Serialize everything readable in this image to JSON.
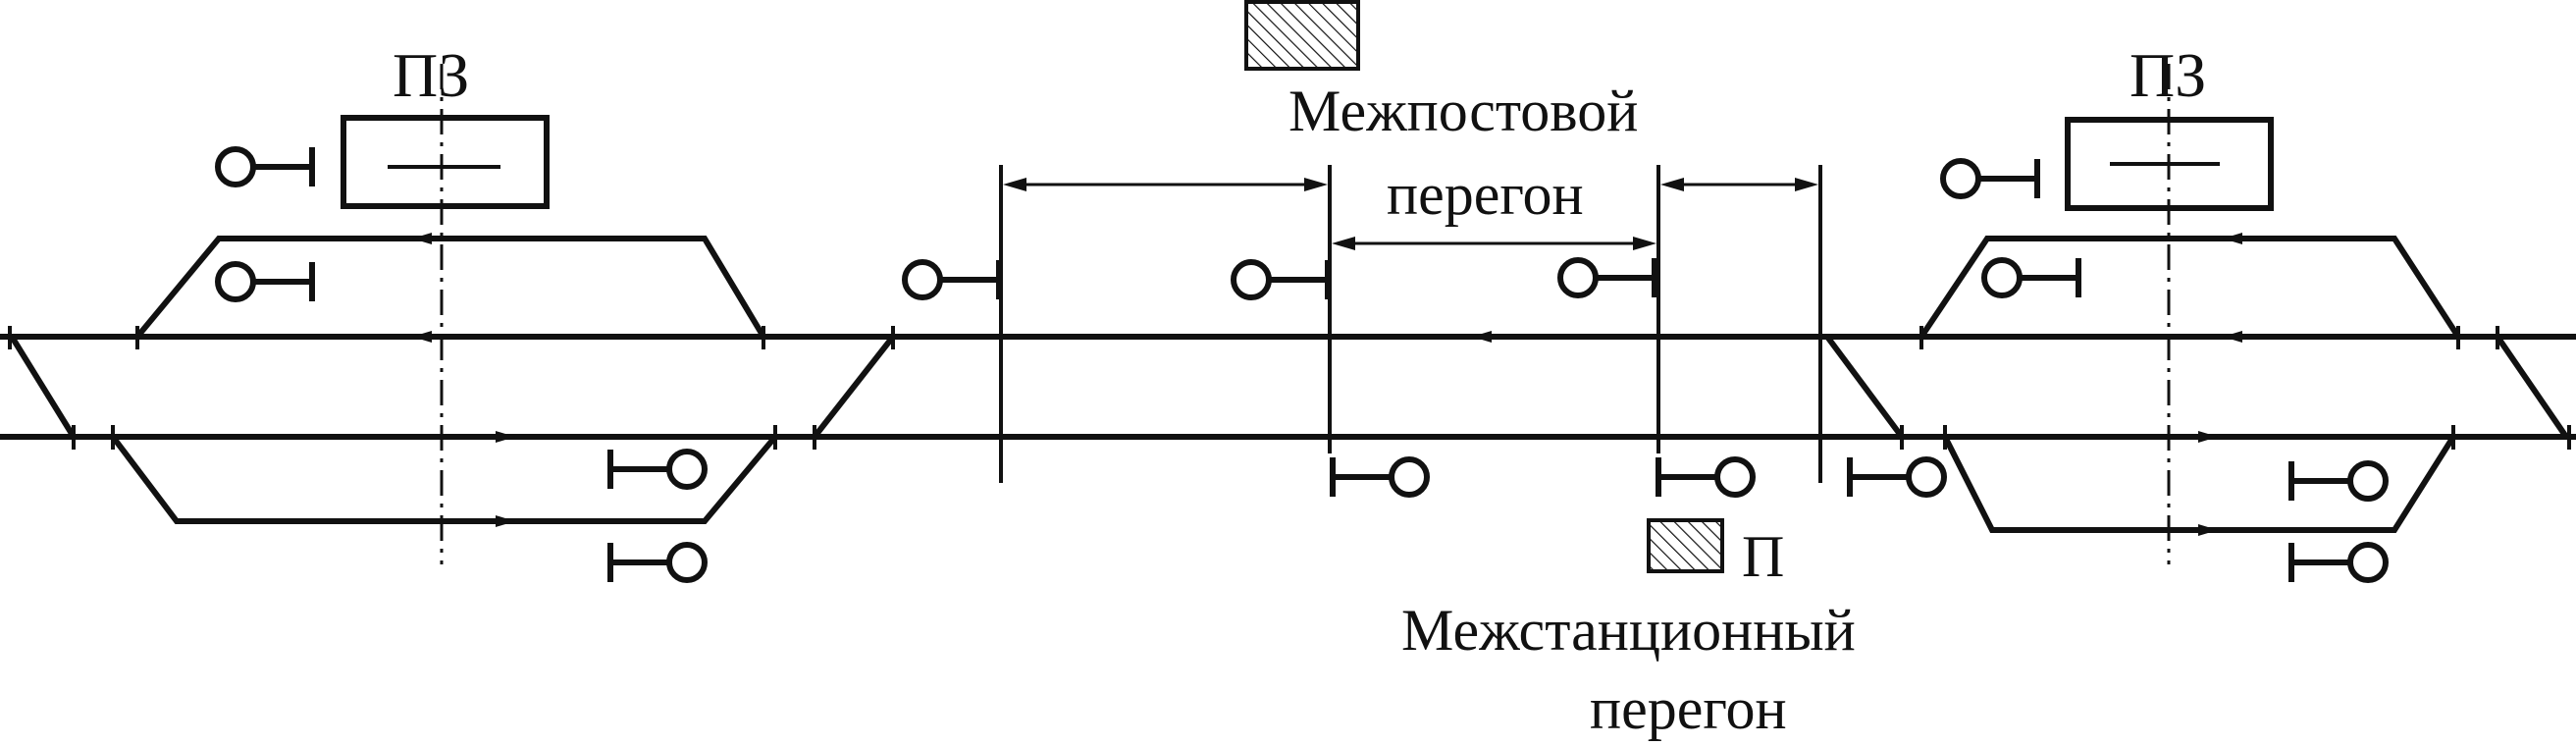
{
  "labels": {
    "pz_left": "ПЗ",
    "pz_right": "ПЗ",
    "mezhpost_line1": "Межпостовой",
    "mezhpost_line2": "перегон",
    "p_label": "П",
    "mezhstan_line1": "Межстанционный",
    "mezhstan_line2": "перегон"
  },
  "colors": {
    "line": "#111111",
    "background": "#ffffff",
    "hatch": "#111111"
  }
}
